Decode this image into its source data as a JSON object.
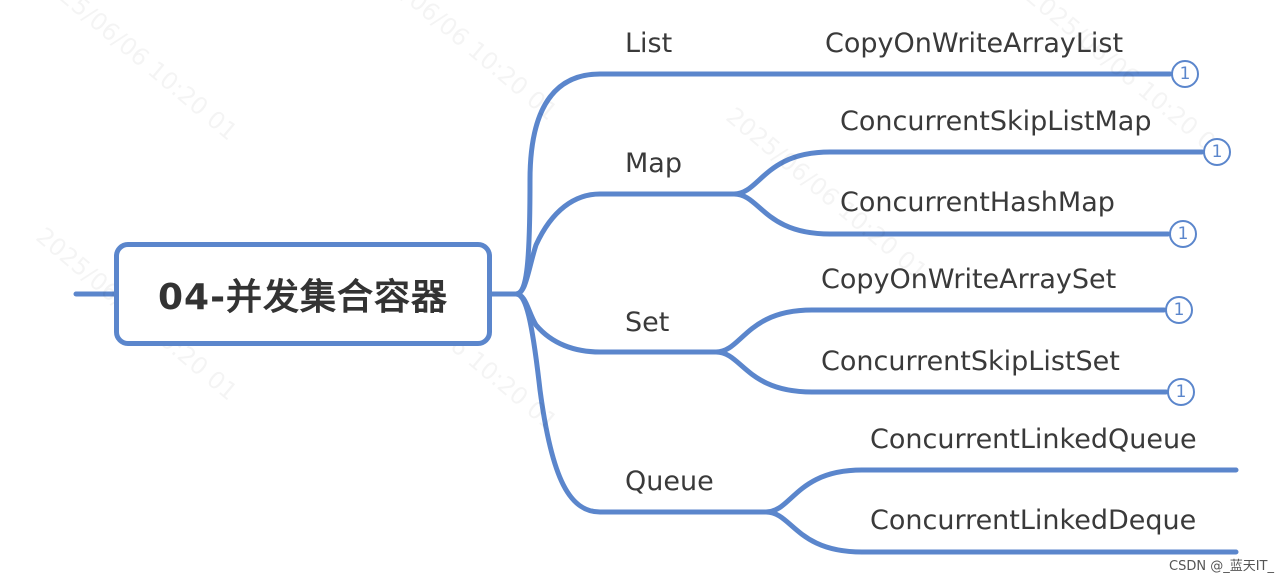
{
  "root": {
    "label": "04-并发集合容器"
  },
  "categories": [
    {
      "label": "List",
      "children": [
        {
          "label": "CopyOnWriteArrayList",
          "badge": "1"
        }
      ]
    },
    {
      "label": "Map",
      "children": [
        {
          "label": "ConcurrentSkipListMap",
          "badge": "1"
        },
        {
          "label": "ConcurrentHashMap",
          "badge": "1"
        }
      ]
    },
    {
      "label": "Set",
      "children": [
        {
          "label": "CopyOnWriteArraySet",
          "badge": "1"
        },
        {
          "label": "ConcurrentSkipListSet",
          "badge": "1"
        }
      ]
    },
    {
      "label": "Queue",
      "children": [
        {
          "label": "ConcurrentLinkedQueue",
          "badge": null
        },
        {
          "label": "ConcurrentLinkedDeque",
          "badge": null
        }
      ]
    }
  ],
  "footer": {
    "label": "CSDN @_蓝天IT_"
  },
  "colors": {
    "branch": "#5b86cc",
    "text": "#3a3a3a"
  }
}
